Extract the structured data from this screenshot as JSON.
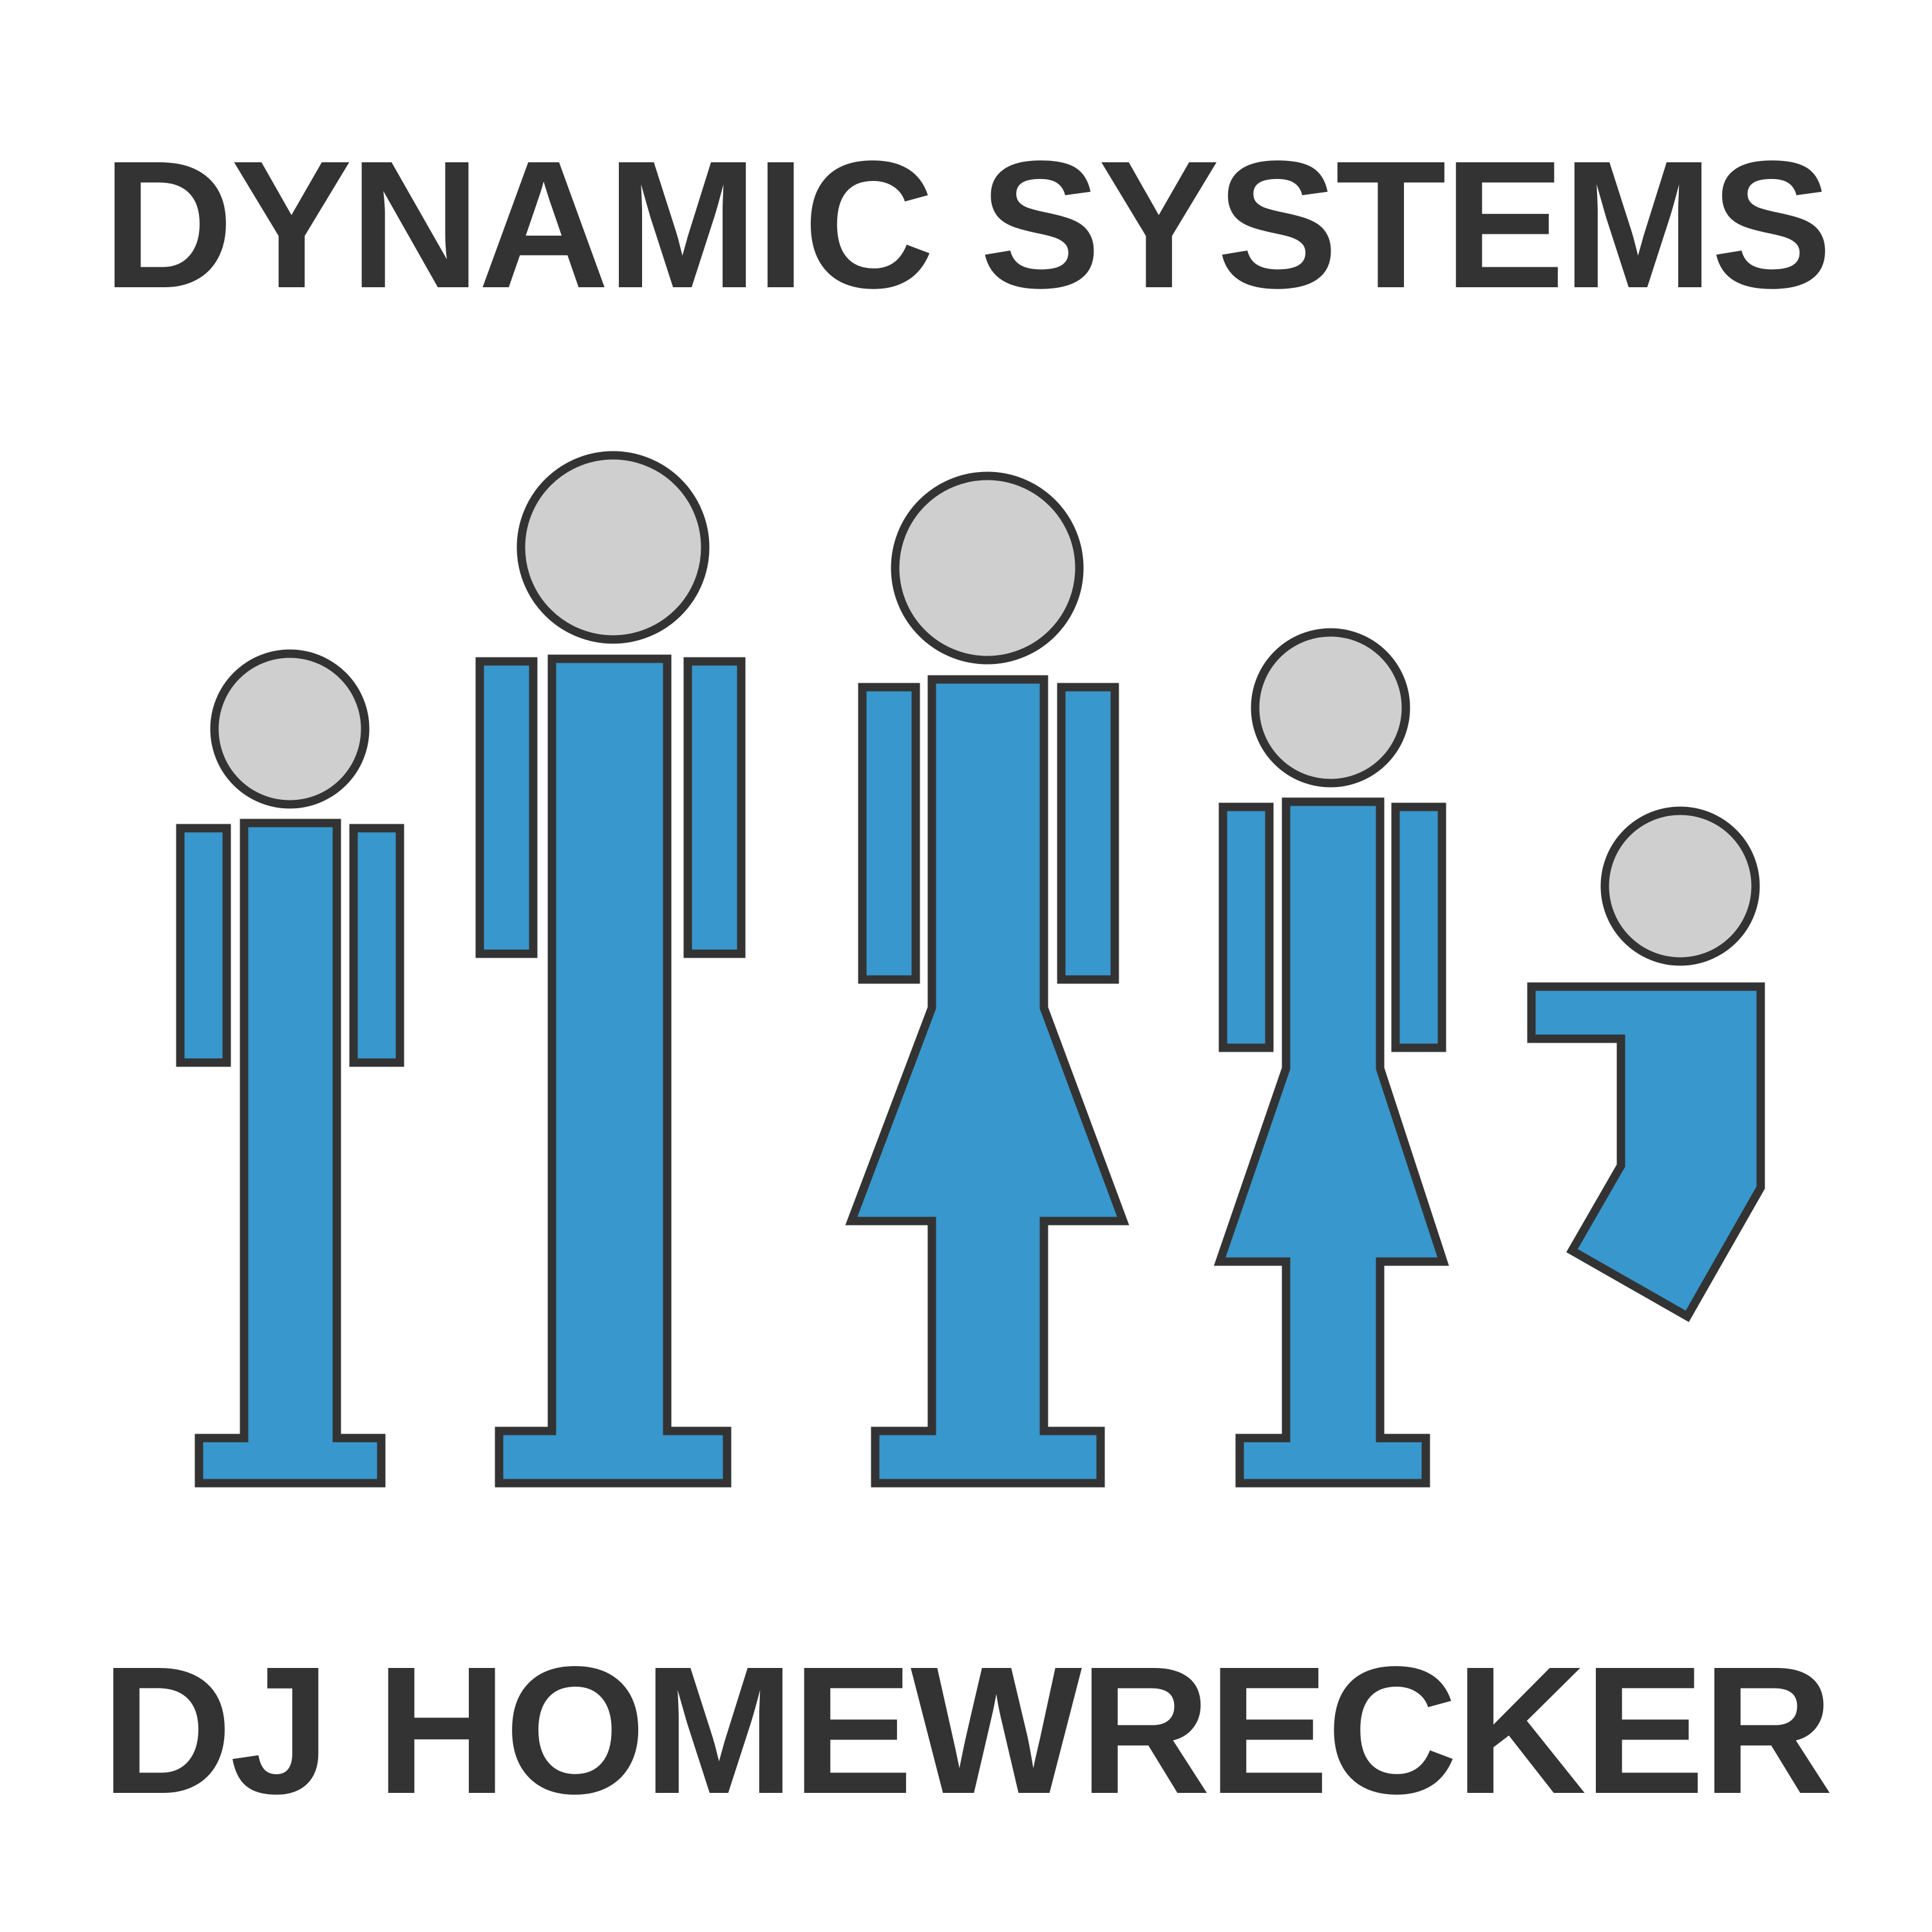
{
  "album": {
    "artist": "DYNAMIC SYSTEMS",
    "title": "DJ HOMEWRECKER"
  },
  "colors": {
    "background": "#ffffff",
    "text": "#333333",
    "body_fill": "#3897cc",
    "head_fill": "#cfcfcf",
    "outline": "#333333"
  },
  "figures": [
    {
      "name": "man-small-figure",
      "head_icon": "head-icon"
    },
    {
      "name": "man-tall-figure",
      "head_icon": "head-icon"
    },
    {
      "name": "woman-tall-figure",
      "head_icon": "head-icon"
    },
    {
      "name": "woman-small-figure",
      "head_icon": "head-icon"
    },
    {
      "name": "child-seated-figure",
      "head_icon": "head-icon"
    }
  ]
}
